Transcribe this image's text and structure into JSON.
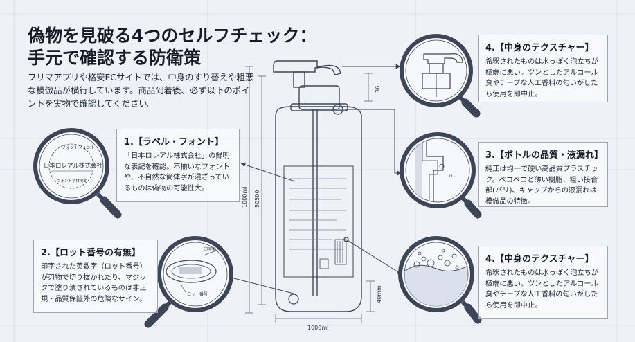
{
  "title_line1": "偽物を見破る4つのセルフチェック：",
  "title_line2": "手元で確認する防衛策",
  "intro": "フリマアプリや格安ECサイトでは、中身のすり替えや粗悪な模倣品が横行しています。商品到着後、必ず以下のポイントを実物で確認してください。",
  "check1": {
    "heading": "1.【ラベル・フォント】",
    "body": "「日本ロレアル株式会社」の鮮明な表記を確認。不揃いなフォントや、不自然な簡体字が混ざっているものは偽物の可能性大。"
  },
  "check2": {
    "heading": "2.【ロット番号の有無】",
    "body": "印字された英数字（ロット番号）が刃物で切り抜かれたり、マジックで塗り潰されているものは非正規・品質保証外の危険なサイン。"
  },
  "check3": {
    "heading": "3.【ボトルの品質・液漏れ】",
    "body": "純正は均一で硬い高品質プラスチック。ベコベコと薄い樹脂、粗い接合部(バリ)、キャップからの液漏れは模倣品の特徴。"
  },
  "check4_top": {
    "heading": "4.【中身のテクスチャー】",
    "body": "希釈されたものは水っぽく泡立ちが極端に悪い。ツンとしたアルコール臭やチープな人工香料の匂いがしたら使用を即中止。"
  },
  "check4_bottom": {
    "heading": "4.【中身のテクスチャー】",
    "body": "希釈されたものは水っぽく泡立ちが極端に悪い。ツンとしたアルコール臭やチープな人工香料の匂いがしたら使用を即中止。"
  },
  "lens_label": {
    "font_top": "フォントフォント",
    "company": "日本ロレアル株式会社",
    "font_bottom": "フォント字体明朝"
  },
  "lens_lot": {
    "print_label": "印字番号",
    "lot_label": "ロット番号"
  },
  "lens_bottle": {
    "burr": "バリ"
  },
  "dims": {
    "height_1000": "1000ml",
    "height_50500": "50500",
    "width_1000": "1000ml",
    "bottom_40": "40mm",
    "top_36": "36"
  },
  "colors": {
    "line": "#3c4656",
    "accent": "#5a6478",
    "paper": "#eef2f7"
  }
}
